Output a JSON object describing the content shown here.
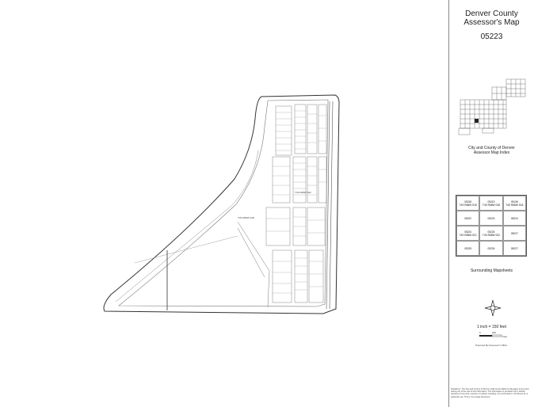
{
  "title_block": {
    "line1": "Denver County",
    "line2": "Assessor's Map",
    "map_number": "05223"
  },
  "index_map": {
    "caption_line1": "City and County of Denver",
    "caption_line2": "Assessor Map Index"
  },
  "surrounding": {
    "caption": "Surrounding Mapsheets",
    "cells": [
      {
        "label": "05218",
        "sub": "T4S R68W S18"
      },
      {
        "label": "05219",
        "sub": "T4S R68W S18"
      },
      {
        "label": "05136",
        "sub": "T4S R68W S18"
      },
      {
        "label": "05222",
        "sub": ""
      },
      {
        "label": "05223",
        "sub": ""
      },
      {
        "label": "05224",
        "sub": ""
      },
      {
        "label": "05224",
        "sub": "T4S R68W S21"
      },
      {
        "label": "05226",
        "sub": "T4S R68W S22"
      },
      {
        "label": "05227",
        "sub": ""
      },
      {
        "label": "05225",
        "sub": ""
      },
      {
        "label": "05226",
        "sub": ""
      },
      {
        "label": "05227",
        "sub": ""
      }
    ]
  },
  "scale": {
    "text": "1 inch = 150 feet",
    "tick_0": "0",
    "tick_1": "200",
    "unit": "Feet"
  },
  "notes": {
    "prepared": "Prepared By Assessor's Office",
    "disclaimer": "Disclaimer: The City and County of Denver shall not be liable for damages of any kind arising out of the use of this information. The information is provided 'as is' without warranty of any kind, express or implied, including, but not limited to, the fitness for a particular use. This is not a legal document."
  },
  "map_labels": {
    "section_1": "T4S R68W S18",
    "section_2": "T4S R68W S22"
  },
  "colors": {
    "line": "#333333",
    "light": "#9a9a9a",
    "panel_border": "#888888"
  }
}
